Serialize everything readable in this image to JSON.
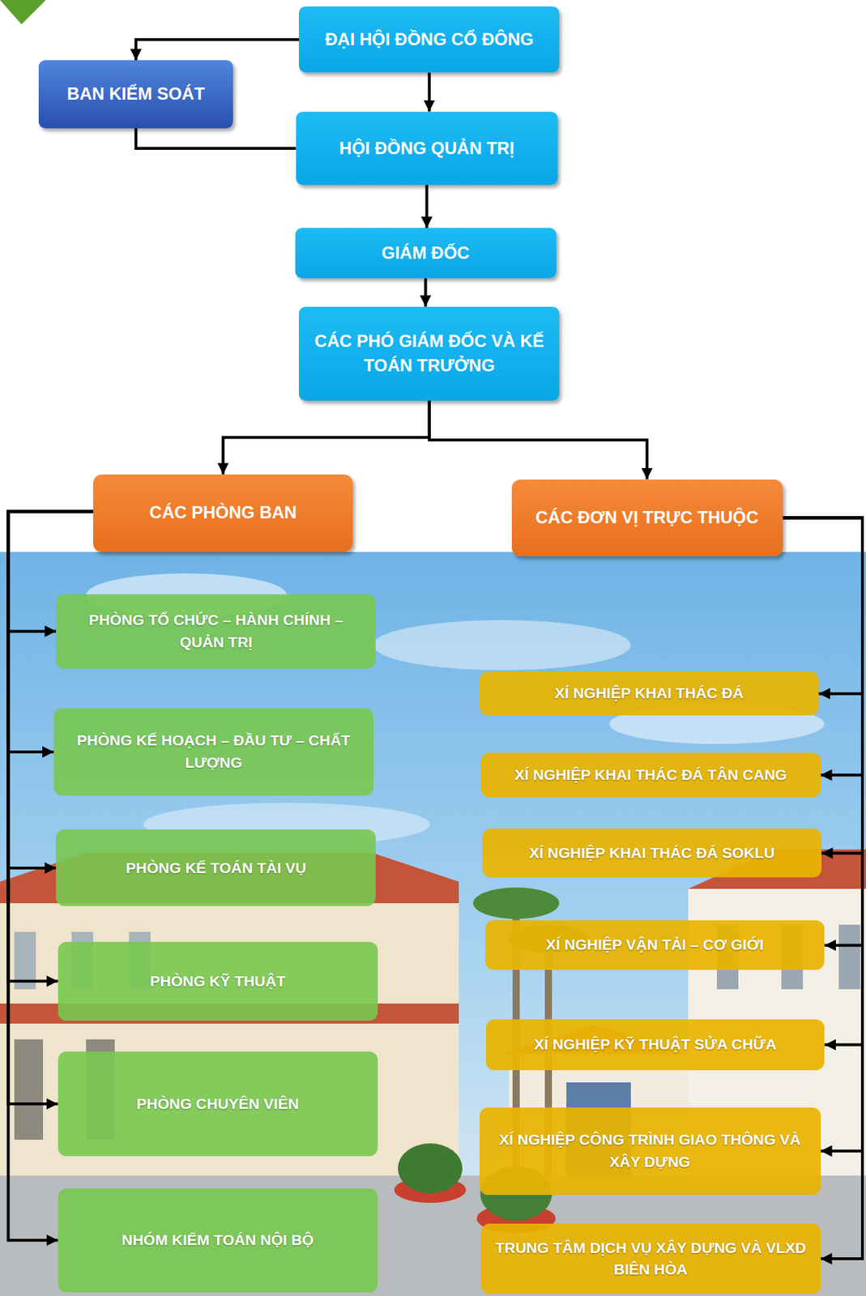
{
  "diagram": {
    "nodes": [
      {
        "text": [
          "ĐẠI HỘI ĐỒNG CỔ ĐÔNG"
        ]
      },
      {
        "text": [
          "BAN KIỂM SOÁT"
        ]
      },
      {
        "text": [
          "HỘI ĐỒNG QUẢN TRỊ"
        ]
      },
      {
        "text": [
          "GIÁM ĐỐC"
        ]
      },
      {
        "text": [
          "CÁC PHÓ GIÁM ĐỐC VÀ KẾ TOÁN TRƯỞNG"
        ]
      },
      {
        "text": [
          "CÁC PHÒNG BAN"
        ]
      },
      {
        "text": [
          "CÁC ĐƠN VỊ TRỰC THUỘC"
        ]
      },
      {
        "text": [
          "PHÒNG TỔ CHỨC – HÀNH CHÍNH – QUẢN TRỊ"
        ]
      },
      {
        "text": [
          "PHÒNG KẾ HOẠCH – ĐẦU TƯ – CHẤT LƯỢNG"
        ]
      },
      {
        "text": [
          "PHÒNG KẾ TOÁN TÀI VỤ"
        ]
      },
      {
        "text": [
          "PHÒNG KỸ THUẬT"
        ]
      },
      {
        "text": [
          "PHÒNG CHUYÊN VIÊN"
        ]
      },
      {
        "text": [
          "NHÓM KIỂM TOÁN NỘI BỘ"
        ]
      },
      {
        "text": [
          "XÍ NGHIỆP KHAI THÁC ĐÁ"
        ]
      },
      {
        "text": [
          "XÍ NGHIỆP KHAI THÁC ĐÁ TÂN CANG"
        ]
      },
      {
        "text": [
          "XÍ NGHIỆP KHAI THÁC ĐÁ SOKLU"
        ]
      },
      {
        "text": [
          "XÍ NGHIỆP VẬN TẢI – CƠ GIỚI"
        ]
      },
      {
        "text": [
          "XÍ NGHIỆP KỸ THUẬT SỬA CHỮA"
        ]
      },
      {
        "text": [
          "XÍ NGHIỆP CÔNG TRÌNH GIAO THÔNG VÀ XÂY DỰNG"
        ]
      },
      {
        "text": [
          "TRUNG TÂM DỊCH VỤ XÂY DỰNG VÀ VLXD BIÊN HÒA"
        ]
      }
    ],
    "edges": [
      {
        "from": 0,
        "to": 1,
        "arrow": "to"
      },
      {
        "from": 0,
        "to": 2,
        "arrow": "to"
      },
      {
        "from": 2,
        "to": 1,
        "arrow": "none"
      },
      {
        "from": 2,
        "to": 3,
        "arrow": "to"
      },
      {
        "from": 3,
        "to": 4,
        "arrow": "to"
      },
      {
        "from": 4,
        "to": 5,
        "arrow": "to"
      },
      {
        "from": 4,
        "to": 6,
        "arrow": "to"
      },
      {
        "from": 5,
        "to": 7,
        "arrow": "to"
      },
      {
        "from": 5,
        "to": 8,
        "arrow": "to"
      },
      {
        "from": 5,
        "to": 9,
        "arrow": "to"
      },
      {
        "from": 5,
        "to": 10,
        "arrow": "to"
      },
      {
        "from": 5,
        "to": 11,
        "arrow": "to"
      },
      {
        "from": 5,
        "to": 12,
        "arrow": "to"
      },
      {
        "from": 6,
        "to": 13,
        "arrow": "to"
      },
      {
        "from": 6,
        "to": 14,
        "arrow": "to"
      },
      {
        "from": 6,
        "to": 15,
        "arrow": "to"
      },
      {
        "from": 6,
        "to": 16,
        "arrow": "to"
      },
      {
        "from": 6,
        "to": 17,
        "arrow": "to"
      },
      {
        "from": 6,
        "to": 18,
        "arrow": "to"
      },
      {
        "from": 6,
        "to": 19,
        "arrow": "to"
      }
    ]
  }
}
